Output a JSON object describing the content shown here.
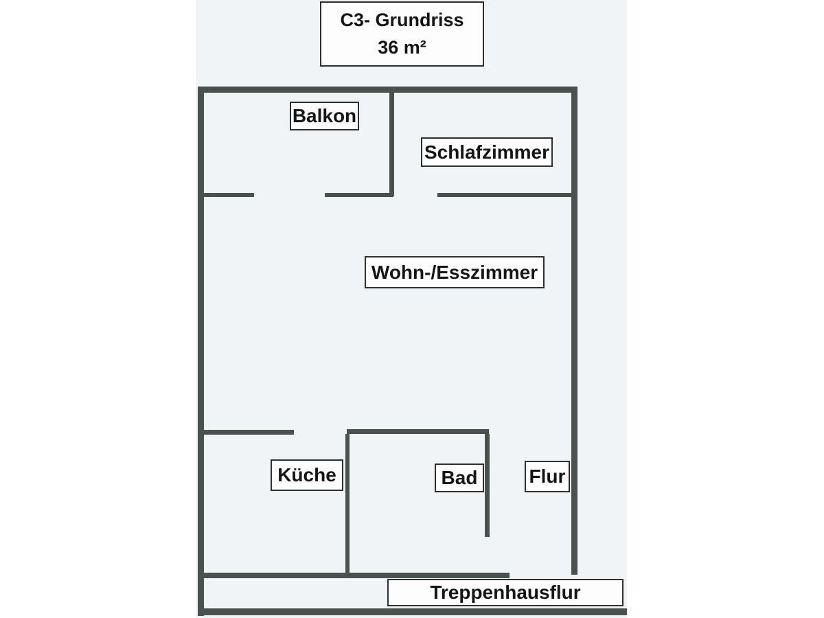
{
  "title": {
    "line1": "C3- Grundriss",
    "line2": "36 m²"
  },
  "rooms": [
    {
      "id": "balkon",
      "label": "Balkon"
    },
    {
      "id": "schlafzimmer",
      "label": "Schlafzimmer"
    },
    {
      "id": "wohn-esszimmer",
      "label": "Wohn-/Esszimmer"
    },
    {
      "id": "kueche",
      "label": "Küche"
    },
    {
      "id": "bad",
      "label": "Bad"
    },
    {
      "id": "flur",
      "label": "Flur"
    },
    {
      "id": "treppenhausflur",
      "label": "Treppenhausflur"
    }
  ],
  "colors": {
    "wall": "#4a5250",
    "scan_background": "#f1f4f6",
    "label_background": "#fdfdfe",
    "label_border": "#2e2e2e",
    "text": "#151515"
  }
}
